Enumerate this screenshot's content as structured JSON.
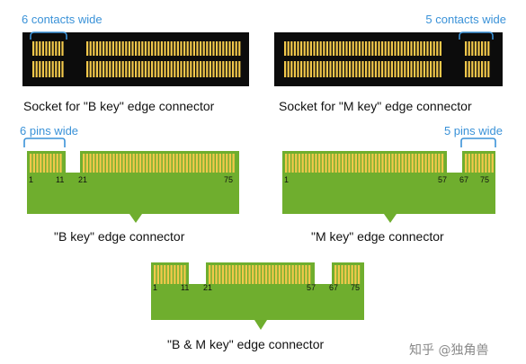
{
  "colors": {
    "socket_body": "#0c0c0c",
    "contact": "#f2c84b",
    "contact_edge": "#c99a24",
    "pcb": "#6fae2e",
    "annotation": "#3a92d8",
    "text": "#111111",
    "watermark": "#8a8a8a"
  },
  "sockets": {
    "b_key": {
      "label": "Socket for \"B key\" edge connector",
      "width_note": "6 contacts wide"
    },
    "m_key": {
      "label": "Socket for \"M key\" edge connector",
      "width_note": "5 contacts wide"
    }
  },
  "connectors": {
    "b_key": {
      "label": "\"B key\" edge connector",
      "width_note": "6 pins wide",
      "pins": [
        "1",
        "11",
        "21",
        "75"
      ]
    },
    "m_key": {
      "label": "\"M key\" edge connector",
      "width_note": "5 pins wide",
      "pins": [
        "1",
        "57",
        "67",
        "75"
      ]
    },
    "bm_key": {
      "label": "\"B & M key\" edge connector",
      "pins": [
        "1",
        "11",
        "21",
        "57",
        "67",
        "75"
      ]
    }
  },
  "watermark": "知乎 @独角兽"
}
